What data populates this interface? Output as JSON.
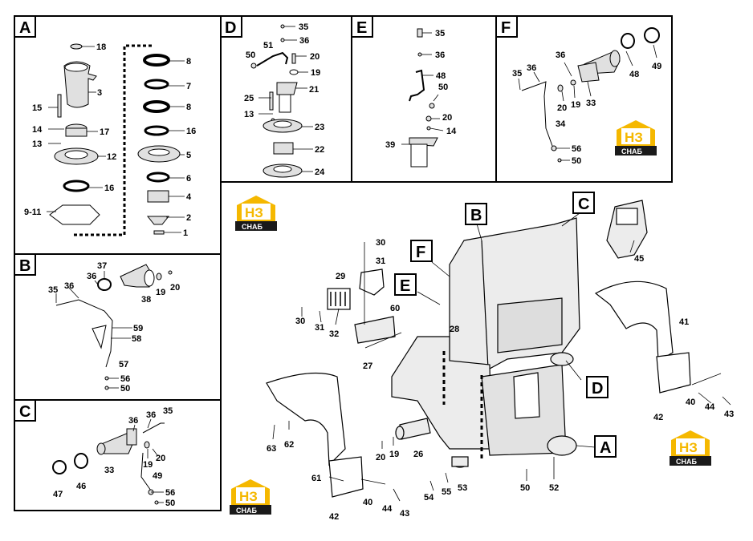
{
  "panels": {
    "A": {
      "title": "A",
      "labels": [
        "18",
        "3",
        "15",
        "14",
        "17",
        "13",
        "12",
        "16",
        "9-11",
        "8",
        "7",
        "8",
        "16",
        "5",
        "6",
        "4",
        "2",
        "1"
      ]
    },
    "B": {
      "title": "B",
      "labels": [
        "37",
        "36",
        "35",
        "36",
        "38",
        "19",
        "20",
        "59",
        "58",
        "57",
        "56",
        "50"
      ]
    },
    "C": {
      "title": "C",
      "labels": [
        "35",
        "36",
        "36",
        "33",
        "19",
        "20",
        "49",
        "47",
        "46",
        "56",
        "50"
      ]
    },
    "D": {
      "title": "D",
      "labels": [
        "35",
        "36",
        "51",
        "50",
        "20",
        "19",
        "21",
        "25",
        "13",
        "23",
        "22",
        "24"
      ]
    },
    "E": {
      "title": "E",
      "labels": [
        "35",
        "36",
        "48",
        "50",
        "20",
        "14",
        "39"
      ]
    },
    "F": {
      "title": "F",
      "labels": [
        "36",
        "35",
        "36",
        "20",
        "19",
        "33",
        "34",
        "48",
        "49",
        "56",
        "50"
      ]
    }
  },
  "main": {
    "callouts": [
      "B",
      "C",
      "F",
      "E",
      "D",
      "A"
    ],
    "labels": [
      "30",
      "31",
      "29",
      "60",
      "28",
      "27",
      "30",
      "31",
      "32",
      "45",
      "41",
      "40",
      "44",
      "43",
      "42",
      "63",
      "62",
      "61",
      "42",
      "40",
      "44",
      "43",
      "20",
      "19",
      "26",
      "54",
      "55",
      "53",
      "50",
      "52"
    ]
  },
  "logo": {
    "letters": "НЗ",
    "text": "СНАБ",
    "color": "#f5b800"
  }
}
